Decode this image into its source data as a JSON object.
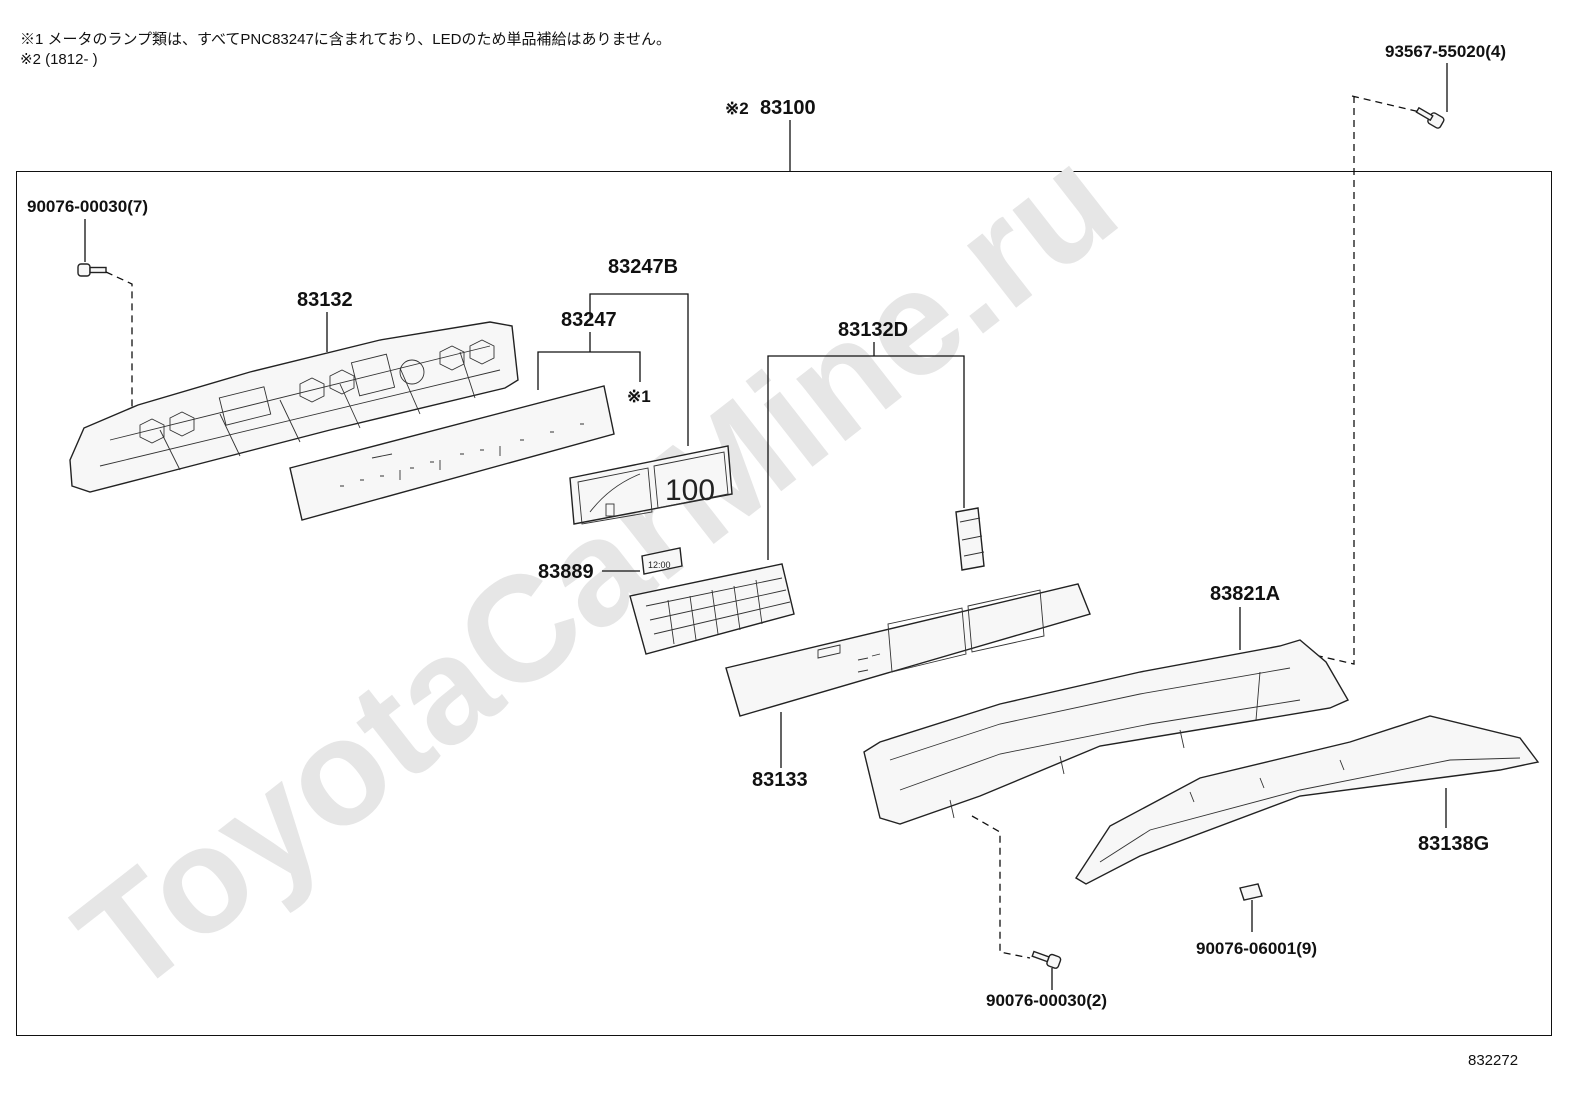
{
  "notes": {
    "note1": "※1 メータのランプ類は、すべてPNC83247に含まれており、LEDのため単品補給はありません。",
    "note2": "※2 (1812-        )"
  },
  "watermark": "ToyotaCarMine.ru",
  "diagram_ref": "832272",
  "display_text": {
    "gauge": "100",
    "clock": "12:00"
  },
  "parts": {
    "p83100": "83100",
    "p83100_mark": "※2",
    "p93567": "93567-55020(4)",
    "p90076a": "90076-00030(7)",
    "p83132": "83132",
    "p83247B": "83247B",
    "p83247": "83247",
    "p83247_mark": "※1",
    "p83132D": "83132D",
    "p83889": "83889",
    "p83821A": "83821A",
    "p83133": "83133",
    "p83138G": "83138G",
    "p90076b": "90076-06001(9)",
    "p90076c": "90076-00030(2)"
  }
}
